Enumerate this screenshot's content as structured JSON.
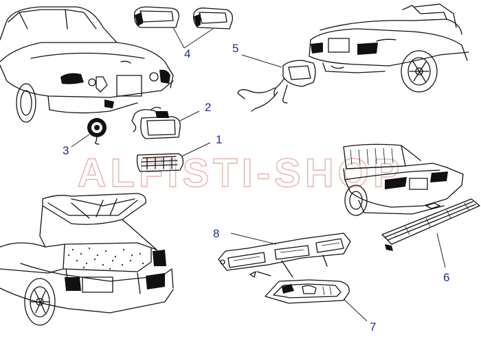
{
  "watermark": "ALFISTI-SHOP",
  "callouts": [
    {
      "id": "1",
      "label": "1"
    },
    {
      "id": "2",
      "label": "2"
    },
    {
      "id": "3",
      "label": "3"
    },
    {
      "id": "4",
      "label": "4"
    },
    {
      "id": "5",
      "label": "5"
    },
    {
      "id": "6",
      "label": "6"
    },
    {
      "id": "7",
      "label": "7"
    },
    {
      "id": "8",
      "label": "8"
    }
  ],
  "colors": {
    "callout": "#1f2c8a",
    "watermark": "#e6b3ad",
    "line": "#111111"
  }
}
